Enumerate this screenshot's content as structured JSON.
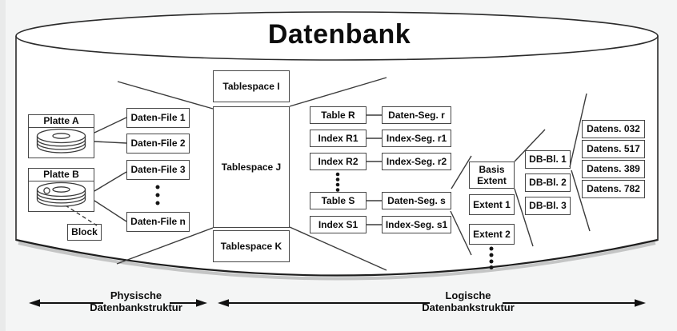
{
  "title": "Datenbank",
  "physical": {
    "disks": [
      {
        "label": "Platte A"
      },
      {
        "label": "Platte B"
      }
    ],
    "block": "Block",
    "data_files": [
      "Daten-File 1",
      "Daten-File 2",
      "Daten-File 3",
      "Daten-File n"
    ]
  },
  "tablespaces": [
    "Tablespace I",
    "Tablespace J",
    "Tablespace K"
  ],
  "segment_rows": [
    {
      "object": "Table R",
      "segment": "Daten-Seg. r"
    },
    {
      "object": "Index R1",
      "segment": "Index-Seg. r1"
    },
    {
      "object": "Index R2",
      "segment": "Index-Seg. r2"
    },
    {
      "object": "Table S",
      "segment": "Daten-Seg. s"
    },
    {
      "object": "Index S1",
      "segment": "Index-Seg. s1"
    }
  ],
  "extents": [
    "Basis Extent",
    "Extent 1",
    "Extent 2"
  ],
  "db_blocks": [
    "DB-Bl. 1",
    "DB-Bl. 2",
    "DB-Bl. 3"
  ],
  "records": [
    "Datens. 032",
    "Datens. 517",
    "Datens. 389",
    "Datens. 782"
  ],
  "legend": {
    "physical": {
      "line1": "Physische",
      "line2": "Datenbankstruktur"
    },
    "logical": {
      "line1": "Logische",
      "line2": "Datenbankstruktur"
    }
  },
  "icons": {
    "disk": "disk-platter-icon",
    "ellipsis": "vertical-dots-icon",
    "arrow": "double-arrow-icon"
  },
  "colors": {
    "line": "#3b3b3b",
    "box_border": "#474747",
    "box_fill": "#ffffff",
    "background": "#f4f5f5",
    "text": "#0d0d0d"
  }
}
